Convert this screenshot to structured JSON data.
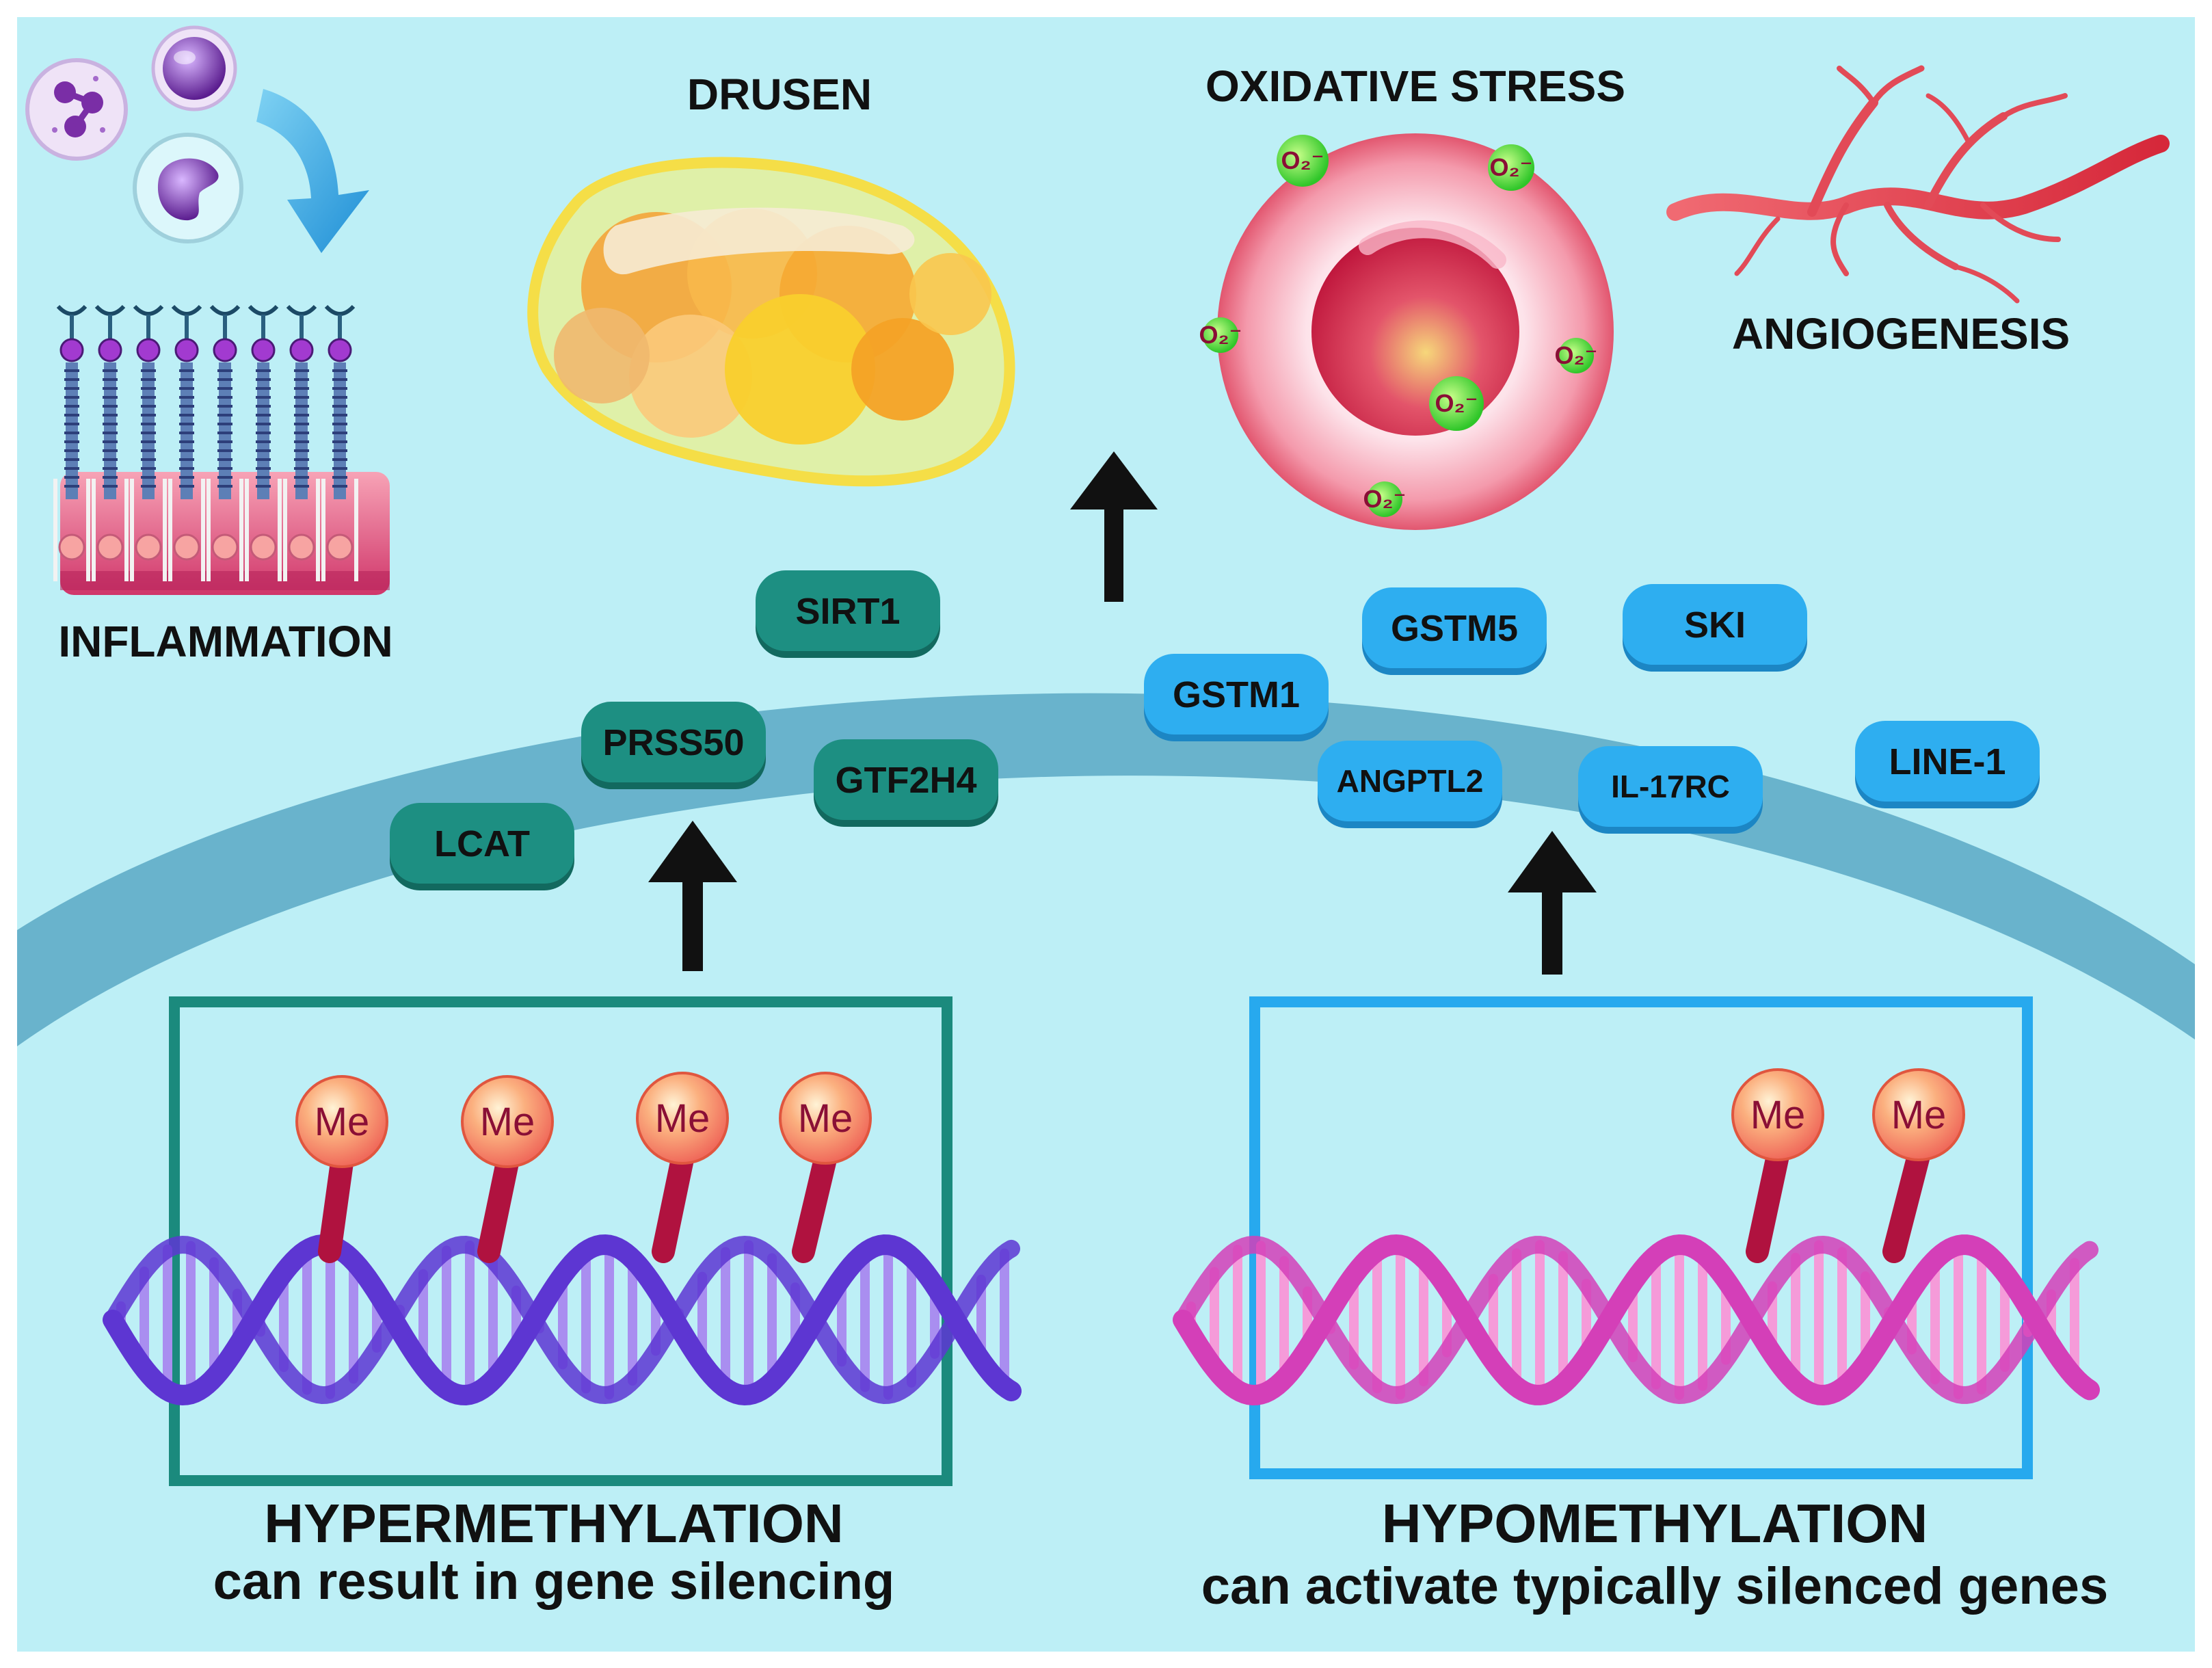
{
  "labels": {
    "inflammation": "INFLAMMATION",
    "drusen": "DRUSEN",
    "oxidative_stress": "OXIDATIVE STRESS",
    "angiogenesis": "ANGIOGENESIS",
    "hypermethylation": "HYPERMETHYLATION",
    "hypermethylation_sub": "can result in gene silencing",
    "hypomethylation": "HYPOMETHYLATION",
    "hypomethylation_sub": "can activate typically silenced genes",
    "methyl": "Me",
    "superoxide": "O₂⁻"
  },
  "genes": {
    "hyper": [
      "SIRT1",
      "PRSS50",
      "GTF2H4",
      "LCAT"
    ],
    "hypo": [
      "GSTM5",
      "SKI",
      "GSTM1",
      "ANGPTL2",
      "IL-17RC",
      "LINE-1"
    ]
  },
  "colors": {
    "background": "#bdeff6",
    "membrane": "#69b3cc",
    "hyper_gene": "#1d8f82",
    "hypo_gene": "#2eaef0",
    "hyper_frame": "#1b8a7d",
    "hypo_frame": "#27a9ee",
    "arrow": "#111111",
    "dna_hyper": "#5d36d2",
    "dna_hypo": "#d43fb8",
    "methyl_ball": "#f58a6e"
  },
  "icons": {
    "immune_cells": "immune-cells-icon",
    "curved_arrow": "curved-arrow-icon",
    "retina_cells": "photoreceptor-cells-icon",
    "drusen": "drusen-deposit-icon",
    "cell": "oxidized-cell-icon",
    "vessels": "blood-vessel-icon",
    "dna": "dna-helix-icon"
  }
}
